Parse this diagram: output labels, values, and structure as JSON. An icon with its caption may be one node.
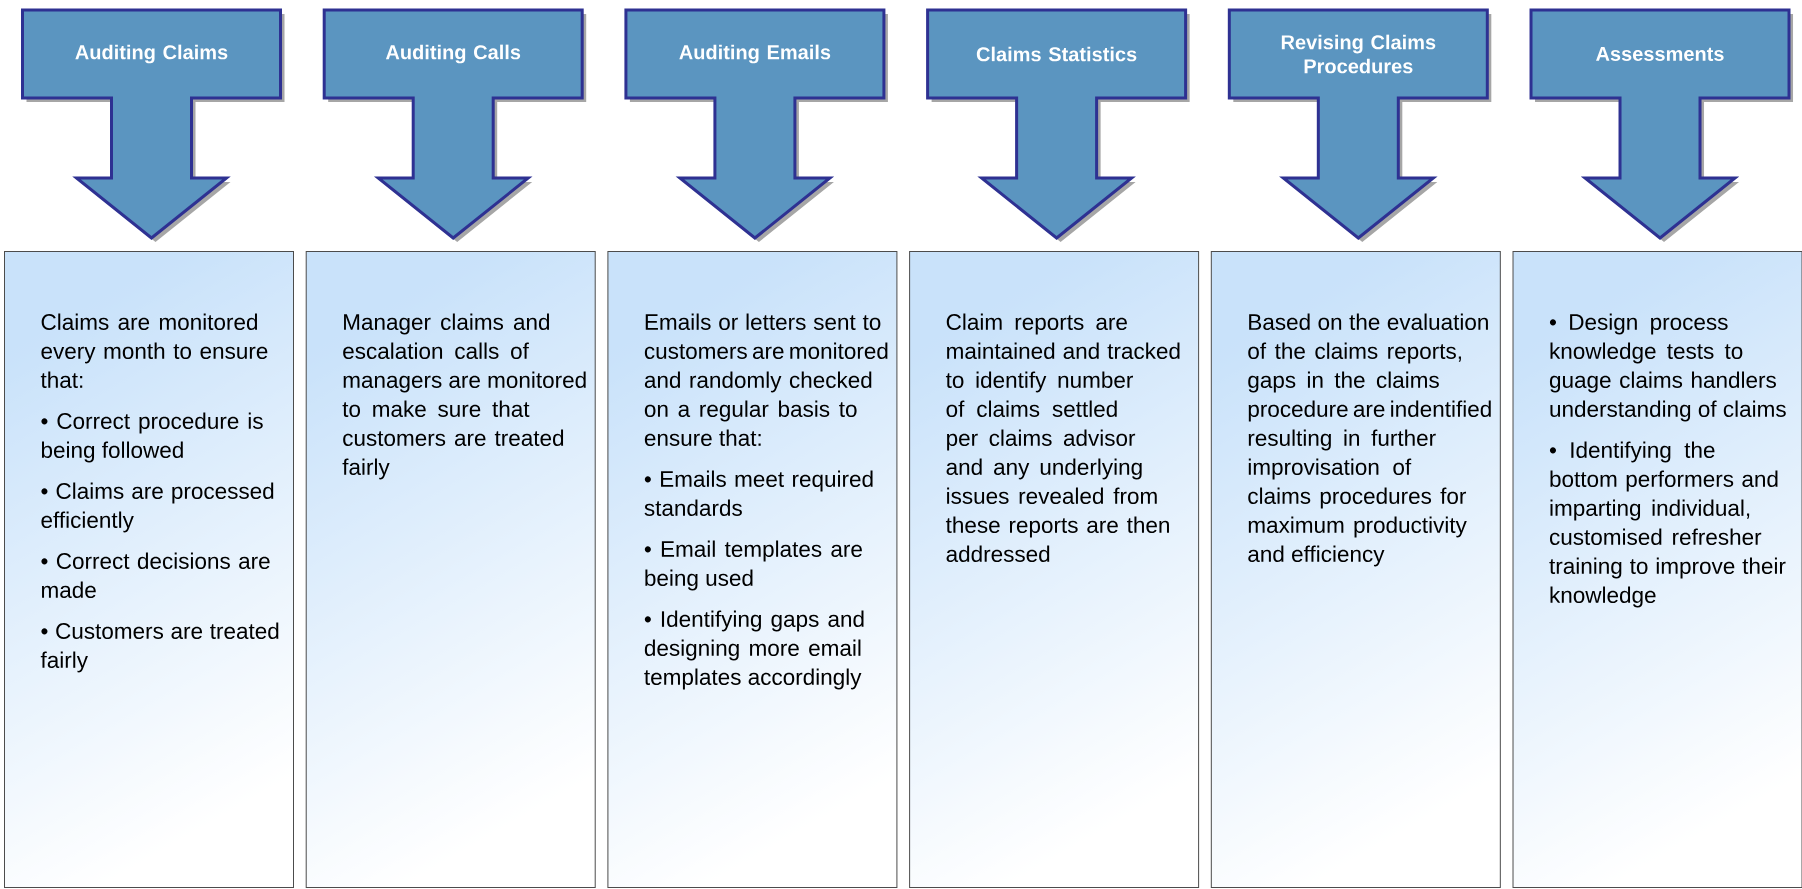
{
  "diagram": {
    "nodes": [
      {
        "text": [
          "Auditing Claims"
        ]
      },
      {
        "text": [
          "Auditing Calls"
        ]
      },
      {
        "text": [
          "Auditing Emails"
        ]
      },
      {
        "text": [
          "Claims Statistics"
        ]
      },
      {
        "text": [
          "Revising Claims Procedures"
        ]
      },
      {
        "text": [
          "Assessments"
        ]
      },
      {
        "text": [
          "Claims are monitored every month to ensure that:",
          "• Correct procedure is being followed",
          "• Claims are processed efficiently",
          "• Correct decisions are made",
          "• Customers are treated fairly"
        ]
      },
      {
        "text": [
          "Manager claims and escalation calls of managers are monitored to make sure that customers are treated fairly"
        ]
      },
      {
        "text": [
          "Emails or letters sent to customers are monitored and randomly checked on a regular basis to ensure that:",
          "• Emails meet required standards",
          "• Email templates are being used",
          "• Identifying gaps and designing more email templates accordingly"
        ]
      },
      {
        "text": [
          "Claim reports are maintained and tracked to identify number of claims settled per claims advisor and any underlying issues revealed from these reports are then addressed"
        ]
      },
      {
        "text": [
          "Based on the evaluation of the claims reports, gaps in the claims procedure are indentified resulting in further improvisation of claims procedures for maximum productivity and efficiency"
        ]
      },
      {
        "text": [
          "• Design process knowledge tests to guage claims handlers understanding of claims",
          "• Identifying the bottom performers and imparting individual, customised refresher training to improve their knowledge"
        ]
      }
    ]
  }
}
